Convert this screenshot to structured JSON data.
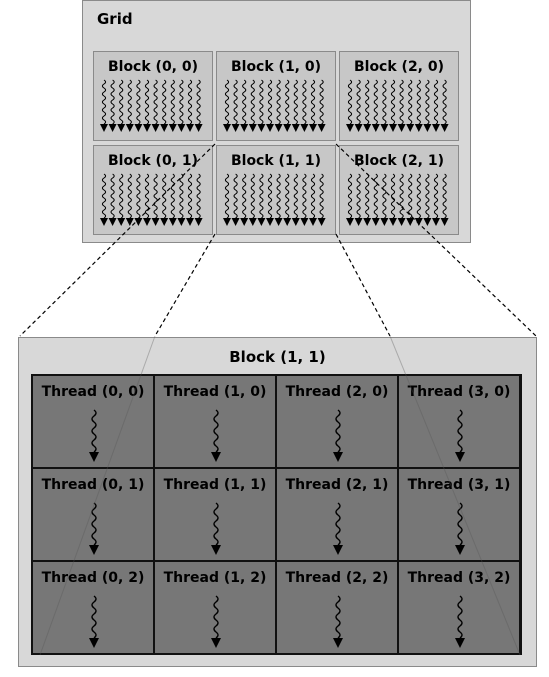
{
  "grid": {
    "title": "Grid",
    "blocks": [
      {
        "label": "Block (0, 0)"
      },
      {
        "label": "Block (1, 0)"
      },
      {
        "label": "Block (2, 0)"
      },
      {
        "label": "Block (0, 1)"
      },
      {
        "label": "Block (1, 1)"
      },
      {
        "label": "Block (2, 1)"
      }
    ]
  },
  "block_detail": {
    "title": "Block (1, 1)",
    "threads": [
      {
        "label": "Thread (0, 0)"
      },
      {
        "label": "Thread (1, 0)"
      },
      {
        "label": "Thread (2, 0)"
      },
      {
        "label": "Thread (3, 0)"
      },
      {
        "label": "Thread (0, 1)"
      },
      {
        "label": "Thread (1, 1)"
      },
      {
        "label": "Thread (2, 1)"
      },
      {
        "label": "Thread (3, 1)"
      },
      {
        "label": "Thread (0, 2)"
      },
      {
        "label": "Thread (1, 2)"
      },
      {
        "label": "Thread (2, 2)"
      },
      {
        "label": "Thread (3, 2)"
      }
    ]
  }
}
